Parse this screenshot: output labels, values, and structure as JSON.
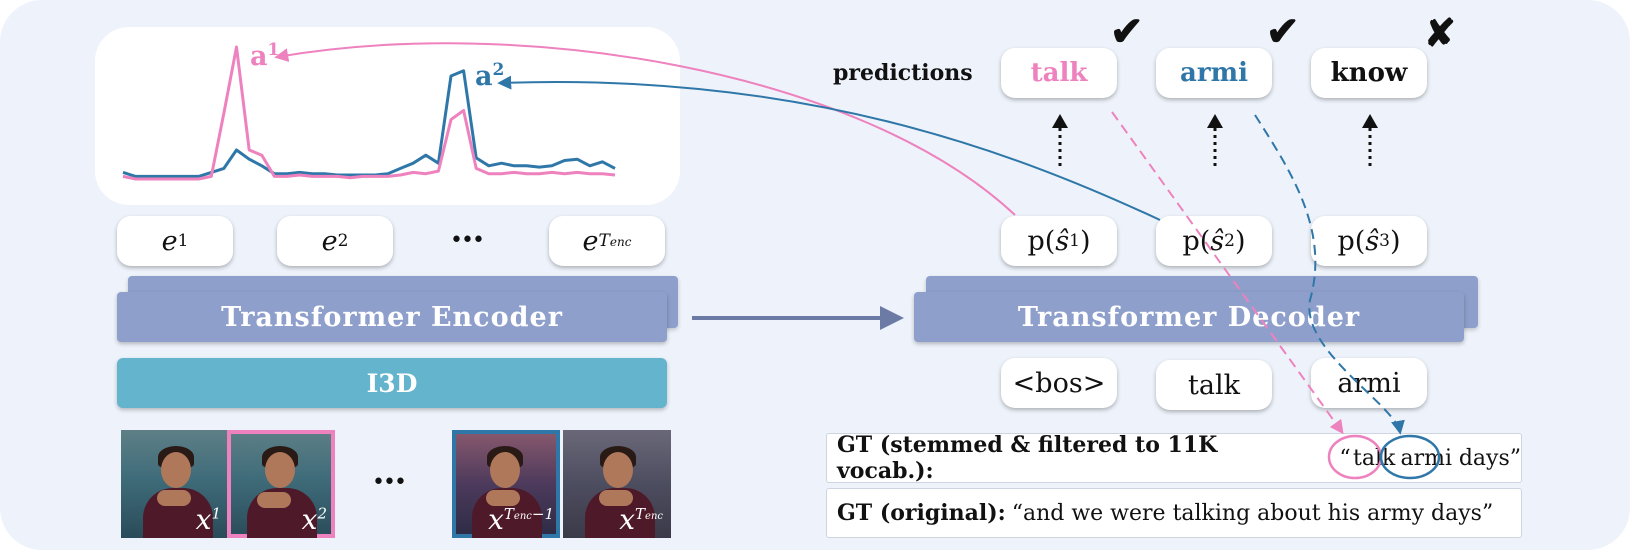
{
  "attention": {
    "a1": {
      "letter": "a",
      "sup": "1",
      "color": "#ee82be"
    },
    "a2": {
      "letter": "a",
      "sup": "2",
      "color": "#2f77a8"
    },
    "series_a1": [
      0.02,
      0.0,
      0.0,
      0.0,
      0.0,
      0.0,
      0.0,
      0.02,
      0.5,
      1.0,
      0.22,
      0.18,
      0.02,
      0.02,
      0.03,
      0.02,
      0.02,
      0.02,
      0.01,
      0.02,
      0.02,
      0.02,
      0.03,
      0.05,
      0.04,
      0.06,
      0.45,
      0.52,
      0.08,
      0.04,
      0.04,
      0.05,
      0.04,
      0.04,
      0.05,
      0.04,
      0.05,
      0.04,
      0.04,
      0.03
    ],
    "series_a2": [
      0.05,
      0.02,
      0.02,
      0.02,
      0.02,
      0.02,
      0.02,
      0.05,
      0.08,
      0.22,
      0.15,
      0.1,
      0.04,
      0.04,
      0.05,
      0.04,
      0.04,
      0.03,
      0.03,
      0.03,
      0.03,
      0.04,
      0.08,
      0.12,
      0.18,
      0.12,
      0.78,
      0.82,
      0.16,
      0.1,
      0.12,
      0.1,
      0.1,
      0.09,
      0.1,
      0.14,
      0.15,
      0.1,
      0.13,
      0.08
    ]
  },
  "encoder": {
    "embeddings": [
      {
        "base": "e",
        "sup": "1"
      },
      {
        "base": "e",
        "sup": "2"
      },
      {
        "base": "e",
        "sup": "T",
        "sub": "enc"
      }
    ],
    "ellipsis": "•••",
    "label": "Transformer Encoder"
  },
  "i3d": {
    "label": "I3D"
  },
  "frames": [
    {
      "base": "x",
      "sup": "1"
    },
    {
      "base": "x",
      "sup": "2",
      "border": "#ee82be"
    },
    {
      "base": "x",
      "sup": "T",
      "sub": "enc",
      "extra": "−1",
      "border": "#2f77a8"
    },
    {
      "base": "x",
      "sup": "T",
      "sub": "enc"
    }
  ],
  "frames_ellipsis": "•••",
  "decoder": {
    "label": "Transformer Decoder",
    "outputs": [
      {
        "prefix": "p(",
        "base": "ŝ",
        "sup": "1",
        "suffix": ")"
      },
      {
        "prefix": "p(",
        "base": "ŝ",
        "sup": "2",
        "suffix": ")"
      },
      {
        "prefix": "p(",
        "base": "ŝ",
        "sup": "3",
        "suffix": ")"
      }
    ],
    "inputs": [
      "<bos>",
      "talk",
      "armi"
    ]
  },
  "predictions": {
    "label": "predictions",
    "items": [
      {
        "word": "talk",
        "color": "#ee82be",
        "mark": "✔"
      },
      {
        "word": "armi",
        "color": "#2f77a8",
        "mark": "✔"
      },
      {
        "word": "know",
        "color": "#111111",
        "mark": "✘"
      }
    ]
  },
  "ground_truth": {
    "stemmed_label": "GT (stemmed & filtered to 11K vocab.):",
    "stemmed_open": "“",
    "stemmed_words": [
      "talk",
      "armi",
      "days"
    ],
    "stemmed_close": "”",
    "original_label": "GT (original):",
    "original_text": "“and we were talking about his army days”"
  },
  "colors": {
    "pink": "#ee82be",
    "blue": "#2f77a8",
    "layer": "#8f9fcb",
    "i3d": "#64b4cd",
    "arrow": "#6b7ba6"
  }
}
